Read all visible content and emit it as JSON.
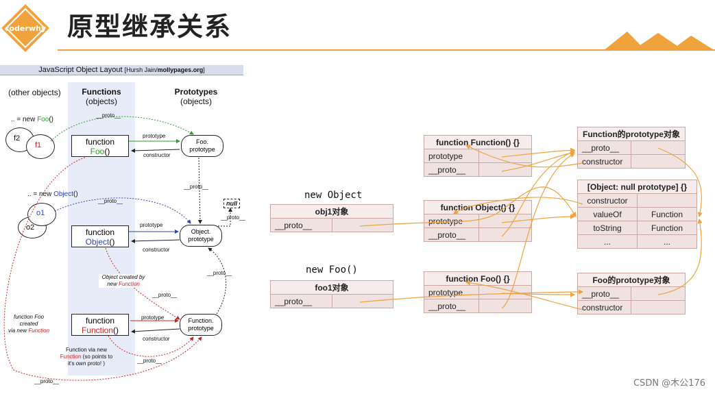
{
  "header": {
    "logo_text": "coderwhy",
    "title": "原型继承关系"
  },
  "left_figure": {
    "caption_main": "JavaScript Object Layout",
    "caption_credit_prefix": "[Hursh Jain/",
    "caption_credit_site": "mollypages.org",
    "caption_credit_suffix": "]",
    "col_other": "(other objects)",
    "col_functions": "Functions",
    "col_functions_sub": "(objects)",
    "col_prototypes": "Prototypes",
    "col_prototypes_sub": "(objects)",
    "new_foo_prefix": ".. = new ",
    "new_foo_name": "Foo",
    "new_foo_suffix": "()",
    "new_object_prefix": ".. = new ",
    "new_object_name": "Object",
    "new_object_suffix": "()",
    "f1": "f1",
    "f2": "f2",
    "o1": "o1",
    "o2": "o2",
    "fn_word": "function",
    "foo_name": "Foo",
    "object_name": "Object",
    "function_name": "Function",
    "paren": "()",
    "foo_proto_line1": "Foo.",
    "foo_proto_line2": "prototype",
    "object_proto_line1": "Object.",
    "object_proto_line2": "prototype",
    "function_proto_line1": "Function.",
    "function_proto_line2": "prototype",
    "null_label": "null",
    "proto_label": "__proto__",
    "prototype_label": "prototype",
    "constructor_label": "constructor",
    "note_obj_created_line1": "Object created by",
    "note_obj_created_line2_prefix": "new ",
    "note_obj_created_line2_name": "Function",
    "note_fn_foo_line1": "function Foo",
    "note_fn_foo_line2": "created",
    "note_fn_foo_line3_prefix": "via new ",
    "note_fn_foo_line3_name": "Function",
    "note_fn_via_line1": "Function via new",
    "note_fn_via_line2_name": "Function",
    "note_fn_via_line2_suffix": " (so points to",
    "note_fn_via_line3_prefix": "it's ",
    "note_fn_via_line3_em": "own",
    "note_fn_via_line3_suffix": " proto! )"
  },
  "right_figure": {
    "new_object_title": "new Object",
    "new_foo_title": "new Foo()",
    "obj1": {
      "title": "obj1对象",
      "rows": [
        [
          "__proto__",
          ""
        ]
      ]
    },
    "foo1": {
      "title": "foo1对象",
      "rows": [
        [
          "__proto__",
          ""
        ]
      ]
    },
    "fn_function": {
      "title": "function Function() {}",
      "rows": [
        [
          "prototype",
          ""
        ],
        [
          "__proto__",
          ""
        ]
      ]
    },
    "fn_object": {
      "title": "function Object() {}",
      "rows": [
        [
          "prototype",
          ""
        ],
        [
          "__proto__",
          ""
        ]
      ]
    },
    "fn_foo": {
      "title": "function Foo() {}",
      "rows": [
        [
          "prototype",
          ""
        ],
        [
          "__proto__",
          ""
        ]
      ]
    },
    "function_proto_obj": {
      "title": "Function的prototype对象",
      "rows": [
        [
          "__proto__",
          ""
        ],
        [
          "constructor",
          ""
        ]
      ]
    },
    "null_proto_obj": {
      "title": "[Object: null prototype] {}",
      "rows": [
        [
          "constructor",
          ""
        ],
        [
          "valueOf",
          "Function"
        ],
        [
          "toString",
          "Function"
        ],
        [
          "...",
          "..."
        ]
      ]
    },
    "foo_proto_obj": {
      "title": "Foo的prototype对象",
      "rows": [
        [
          "__proto__",
          ""
        ],
        [
          "constructor",
          ""
        ]
      ]
    }
  },
  "watermark": "CSDN @木公176",
  "colors": {
    "accent": "#f0a23c",
    "arrow_orange": "#f0a23c",
    "green": "#2c9a2c",
    "blue": "#2a46b8",
    "red": "#cc2222",
    "cell": "#efe2e0",
    "cell_border": "#c9a8a4"
  }
}
